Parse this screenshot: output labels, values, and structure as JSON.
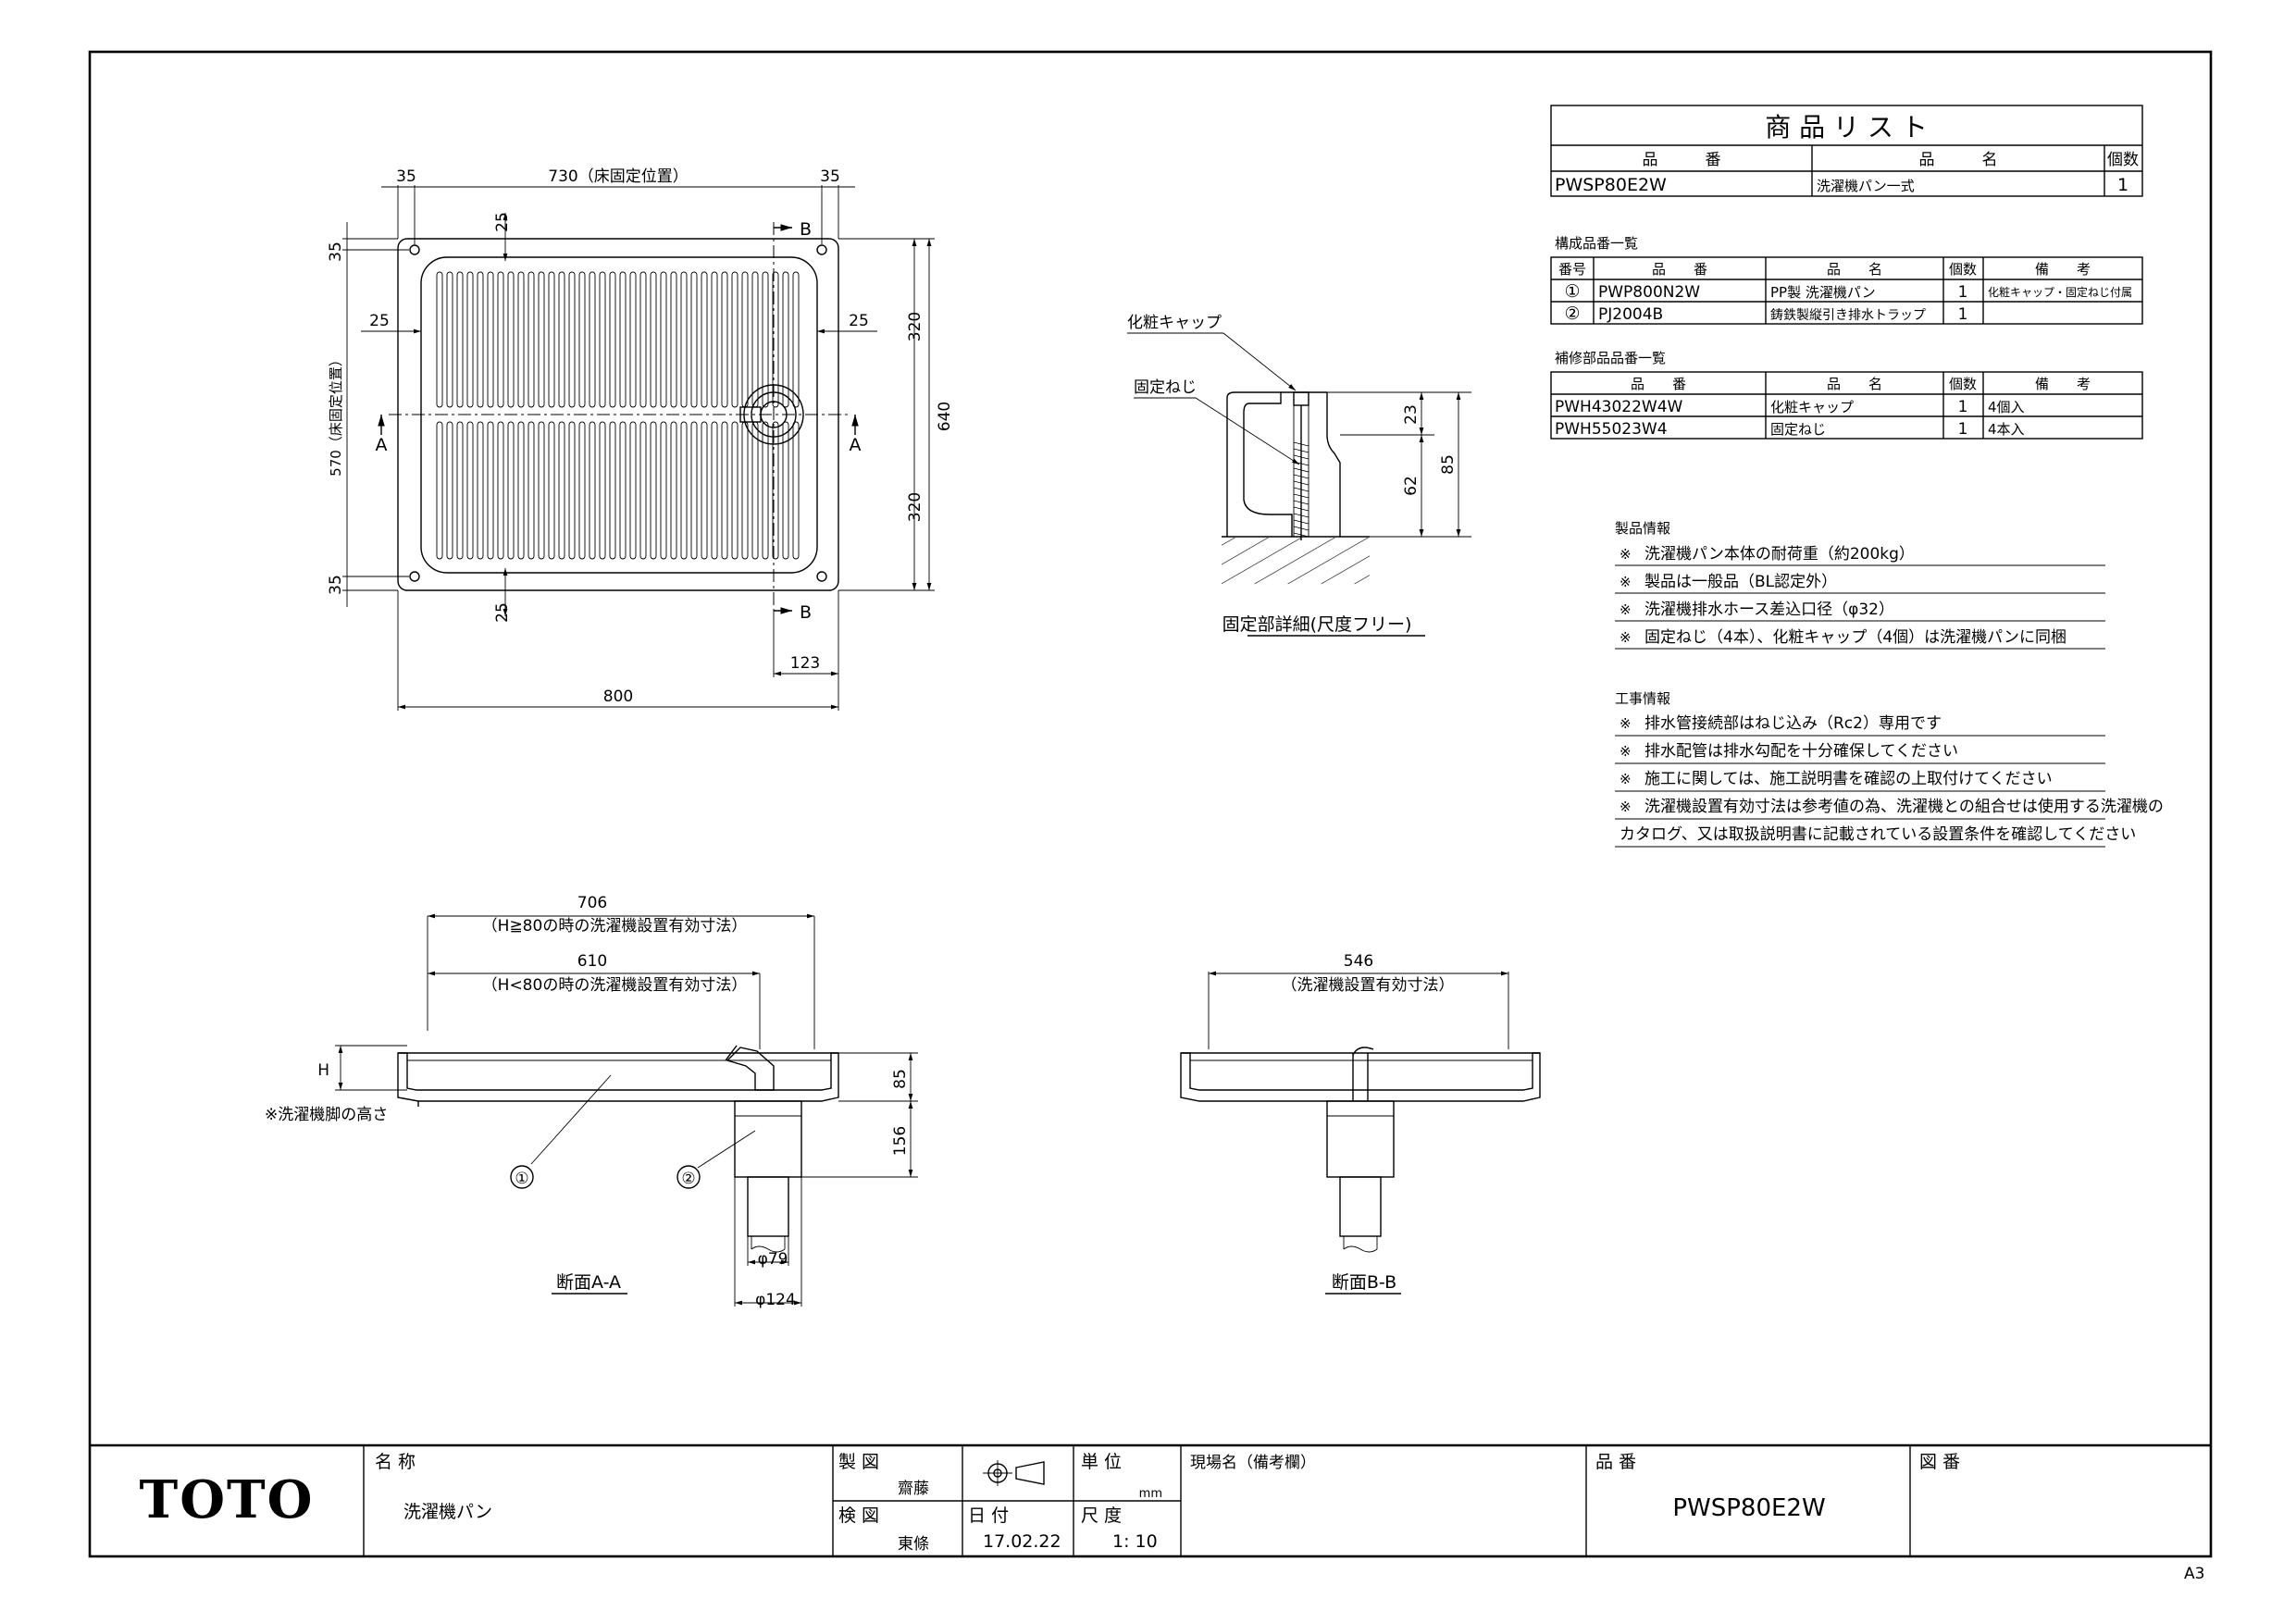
{
  "product_list": {
    "title": "商 品 リ ス ト",
    "headers": [
      "品　　　番",
      "品　　　名",
      "個数"
    ],
    "row": {
      "code": "PWSP80E2W",
      "name": "洗濯機パン一式",
      "qty": "1"
    }
  },
  "components": {
    "heading": "構成品番一覧",
    "headers": [
      "番号",
      "品　　番",
      "品　　名",
      "個数",
      "備　　考"
    ],
    "rows": [
      {
        "no": "①",
        "code": "PWP800N2W",
        "name": "PP製 洗濯機パン",
        "qty": "1",
        "note": "化粧キャップ・固定ねじ付属"
      },
      {
        "no": "②",
        "code": "PJ2004B",
        "name": "鋳鉄製縦引き排水トラップ",
        "qty": "1",
        "note": ""
      }
    ]
  },
  "repair_parts": {
    "heading": "補修部品品番一覧",
    "headers": [
      "品　　番",
      "品　　名",
      "個数",
      "備　　考"
    ],
    "rows": [
      {
        "code": "PWH43022W4W",
        "name": "化粧キャップ",
        "qty": "1",
        "note": "4個入"
      },
      {
        "code": "PWH55023W4",
        "name": "固定ねじ",
        "qty": "1",
        "note": "4本入"
      }
    ]
  },
  "product_info": {
    "heading": "製品情報",
    "items": [
      "洗濯機パン本体の耐荷重（約200kg）",
      "製品は一般品（BL認定外）",
      "洗濯機排水ホース差込口径（φ32）",
      "固定ねじ（4本）、化粧キャップ（4個）は洗濯機パンに同梱"
    ]
  },
  "work_info": {
    "heading": "工事情報",
    "items": [
      "排水管接続部はねじ込み（Rc2）専用です",
      "排水配管は排水勾配を十分確保してください",
      "施工に関しては、施工説明書を確認の上取付けてください",
      "洗濯機設置有効寸法は参考値の為、洗濯機との組合せは使用する洗濯機の"
    ],
    "continuation": "カタログ、又は取扱説明書に記載されている設置条件を確認してください"
  },
  "plan_view": {
    "dims": {
      "top_left": "35",
      "top_mid": "730（床固定位置）",
      "top_right": "35",
      "left_top": "35",
      "left_mid": "570（床固定位置）",
      "left_bottom": "35",
      "right_top": "320",
      "right_bottom": "320",
      "right_total": "640",
      "inner_top": "25",
      "inner_bottom": "25",
      "inner_left": "25",
      "inner_right": "25",
      "bottom_total": "800",
      "drain_offset": "123"
    },
    "section_a": "A",
    "section_b": "B"
  },
  "detail_view": {
    "label_cap": "化粧キャップ",
    "label_screw": "固定ねじ",
    "dim_23": "23",
    "dim_62": "62",
    "dim_85": "85",
    "caption": "固定部詳細(尺度フリー)"
  },
  "section_aa": {
    "dim_706": "706",
    "note_706": "（H≧80の時の洗濯機設置有効寸法）",
    "dim_610": "610",
    "note_610": "（H<80の時の洗濯機設置有効寸法）",
    "h_label": "H",
    "leg_note": "※洗濯機脚の高さ",
    "dim_85": "85",
    "dim_156": "156",
    "dim_79": "φ79",
    "dim_124": "φ124",
    "callout_1": "①",
    "callout_2": "②",
    "caption": "断面A-A"
  },
  "section_bb": {
    "dim_546": "546",
    "note_546": "（洗濯機設置有効寸法）",
    "caption": "断面B-B"
  },
  "title_block": {
    "logo": "TOTO",
    "name_label": "名 称",
    "name_value": "洗濯機パン",
    "drawn_label": "製 図",
    "drawn_by": "齋藤",
    "checked_label": "検 図",
    "checked_by": "東條",
    "date_label": "日 付",
    "date_value": "17.02.22",
    "unit_label": "単 位",
    "unit_value": "mm",
    "scale_label": "尺 度",
    "scale_value": "1: 10",
    "site_label": "現場名（備考欄）",
    "code_label": "品 番",
    "code_value": "PWSP80E2W",
    "drawing_no_label": "図 番"
  },
  "sheet_size": "A3"
}
